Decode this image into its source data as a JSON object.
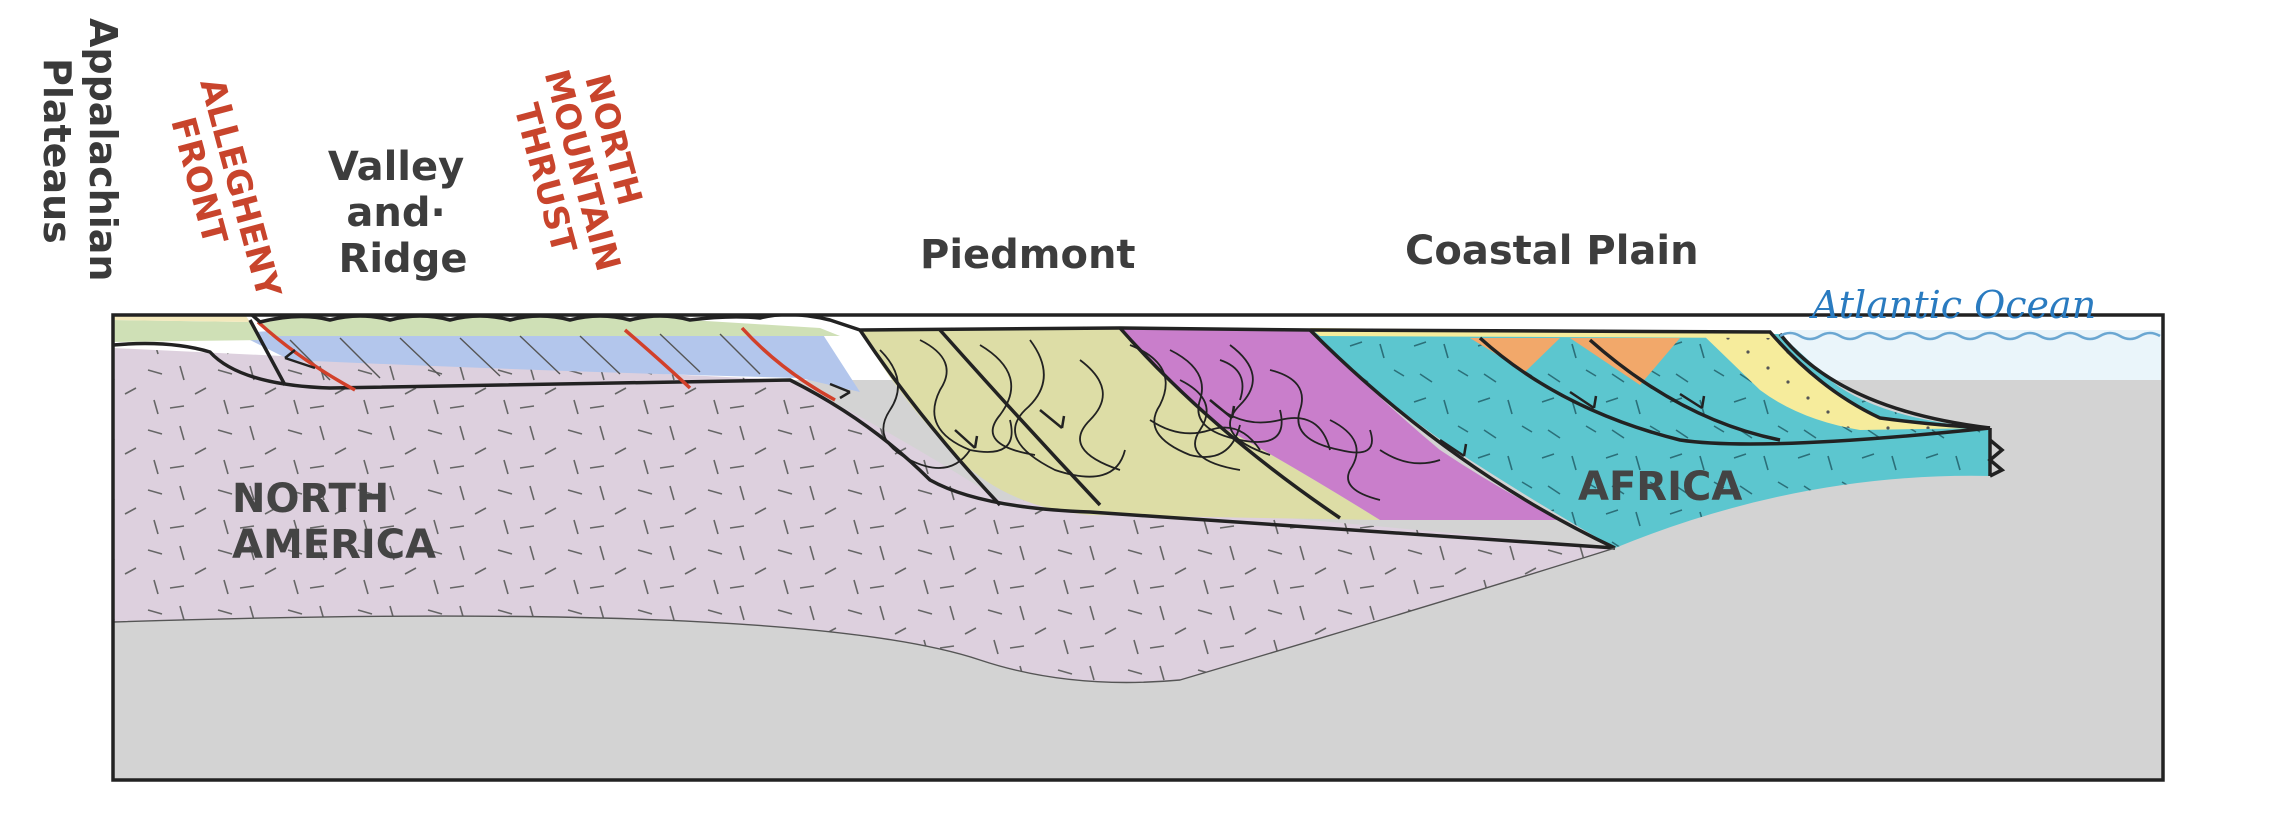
{
  "labels": {
    "appalachian_line1": "Appalachian",
    "appalachian_line2": "Plateaus",
    "allegheny_line1": "ALLEGHENY",
    "allegheny_line2": "FRONT",
    "valley_line1": "Valley",
    "valley_line2": "and·",
    "valley_line3": "Ridge",
    "north_line1": "NORTH",
    "north_line2": "MOUNTAIN",
    "north_line3": "THRUST",
    "piedmont": "Piedmont",
    "coastal_plain": "Coastal Plain",
    "atlantic_ocean": "Atlantic Ocean",
    "north_america_line1": "NORTH",
    "north_america_line2": "AMERICA",
    "africa": "AFRICA"
  },
  "colors": {
    "basement_gray": "#d3d3d3",
    "north_america_lilac": "#ddd0de",
    "sediment_blue": "#b3c6ec",
    "sediment_green": "#cfe0b6",
    "sediment_cream": "#f4e9bc",
    "piedmont_khaki": "#dddda6",
    "piedmont_magenta": "#c97ecb",
    "africa_teal": "#5cc6cf",
    "coastal_yellow": "#f6ec9c",
    "orange_wedge": "#f2a86a",
    "ocean_blue": "#eaf5fa",
    "ocean_floor": "#8a8580",
    "fault_red": "#d2402a"
  }
}
